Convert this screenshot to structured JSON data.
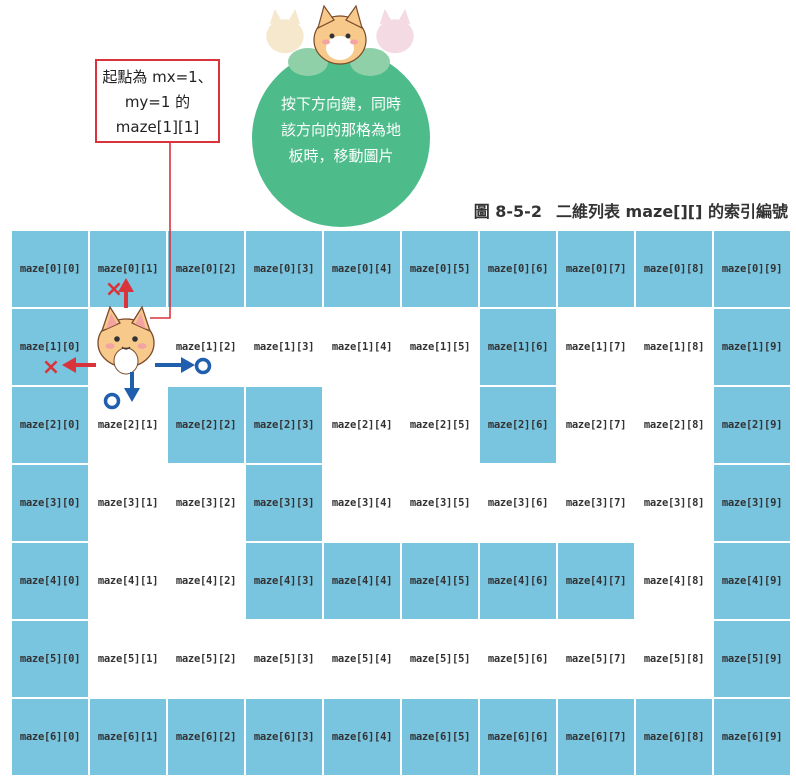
{
  "callout": {
    "lines": [
      "起點為 mx=1、",
      "my=1 的",
      "maze[1][1]"
    ]
  },
  "bubble": {
    "lines": [
      "按下方向鍵，同時",
      "該方向的那格為地",
      "板時，移動圖片"
    ]
  },
  "figure": {
    "number": "圖 8-5-2",
    "title": "二維列表 maze[][] 的索引編號"
  },
  "grid": {
    "rows": 7,
    "cols": 10,
    "wall_color": "#79c4df",
    "floor_color": "#ffffff",
    "cells": [
      [
        "wall",
        "wall",
        "wall",
        "wall",
        "wall",
        "wall",
        "wall",
        "wall",
        "wall",
        "wall"
      ],
      [
        "wall",
        "floor",
        "floor",
        "floor",
        "floor",
        "floor",
        "wall",
        "floor",
        "floor",
        "wall"
      ],
      [
        "wall",
        "floor",
        "wall",
        "wall",
        "floor",
        "floor",
        "wall",
        "floor",
        "floor",
        "wall"
      ],
      [
        "wall",
        "floor",
        "floor",
        "wall",
        "floor",
        "floor",
        "floor",
        "floor",
        "floor",
        "wall"
      ],
      [
        "wall",
        "floor",
        "floor",
        "wall",
        "wall",
        "wall",
        "wall",
        "wall",
        "floor",
        "wall"
      ],
      [
        "wall",
        "floor",
        "floor",
        "floor",
        "floor",
        "floor",
        "floor",
        "floor",
        "floor",
        "wall"
      ],
      [
        "wall",
        "wall",
        "wall",
        "wall",
        "wall",
        "wall",
        "wall",
        "wall",
        "wall",
        "wall"
      ]
    ],
    "labels": [
      [
        "maze[0][0]",
        "maze[0][1]",
        "maze[0][2]",
        "maze[0][3]",
        "maze[0][4]",
        "maze[0][5]",
        "maze[0][6]",
        "maze[0][7]",
        "maze[0][8]",
        "maze[0][9]"
      ],
      [
        "maze[1][0]",
        "",
        "maze[1][2]",
        "maze[1][3]",
        "maze[1][4]",
        "maze[1][5]",
        "maze[1][6]",
        "maze[1][7]",
        "maze[1][8]",
        "maze[1][9]"
      ],
      [
        "maze[2][0]",
        "maze[2][1]",
        "maze[2][2]",
        "maze[2][3]",
        "maze[2][4]",
        "maze[2][5]",
        "maze[2][6]",
        "maze[2][7]",
        "maze[2][8]",
        "maze[2][9]"
      ],
      [
        "maze[3][0]",
        "maze[3][1]",
        "maze[3][2]",
        "maze[3][3]",
        "maze[3][4]",
        "maze[3][5]",
        "maze[3][6]",
        "maze[3][7]",
        "maze[3][8]",
        "maze[3][9]"
      ],
      [
        "maze[4][0]",
        "maze[4][1]",
        "maze[4][2]",
        "maze[4][3]",
        "maze[4][4]",
        "maze[4][5]",
        "maze[4][6]",
        "maze[4][7]",
        "maze[4][8]",
        "maze[4][9]"
      ],
      [
        "maze[5][0]",
        "maze[5][1]",
        "maze[5][2]",
        "maze[5][3]",
        "maze[5][4]",
        "maze[5][5]",
        "maze[5][6]",
        "maze[5][7]",
        "maze[5][8]",
        "maze[5][9]"
      ],
      [
        "maze[6][0]",
        "maze[6][1]",
        "maze[6][2]",
        "maze[6][3]",
        "maze[6][4]",
        "maze[6][5]",
        "maze[6][6]",
        "maze[6][7]",
        "maze[6][8]",
        "maze[6][9]"
      ]
    ]
  },
  "markers": {
    "blocked_symbol": "×",
    "open_symbol": "○",
    "blocked_color": "#d9343b",
    "open_color": "#1f5fae",
    "blocked": [
      "up",
      "left"
    ],
    "open": [
      "right",
      "down"
    ]
  }
}
